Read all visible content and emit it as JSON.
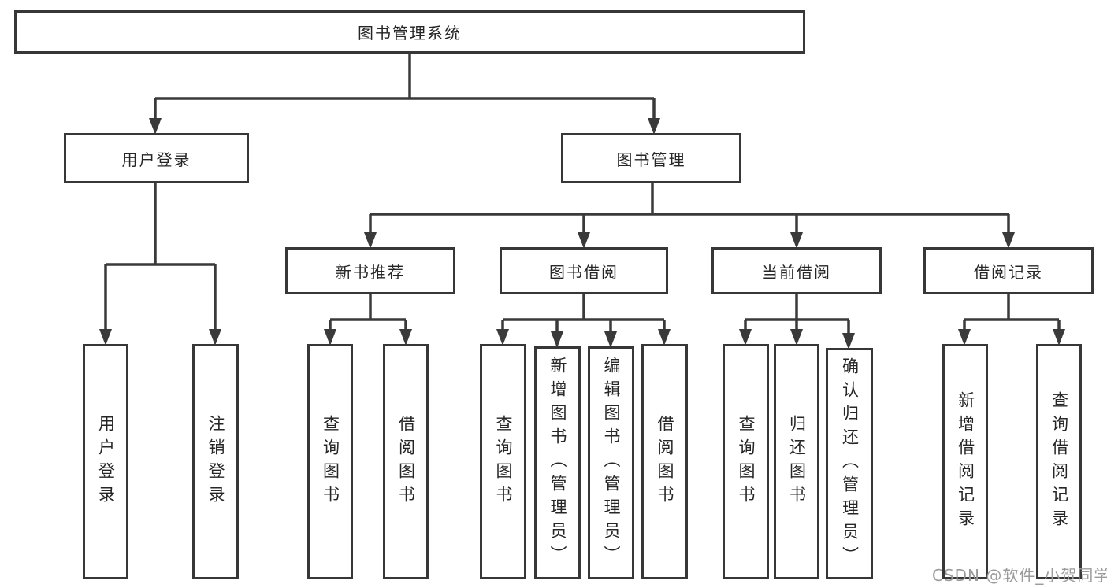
{
  "diagram": {
    "root": "图书管理系统",
    "branches": [
      {
        "label": "用户登录",
        "children": [
          "用户登录",
          "注销登录"
        ]
      },
      {
        "label": "图书管理",
        "sections": [
          {
            "label": "新书推荐",
            "children": [
              "查询图书",
              "借阅图书"
            ]
          },
          {
            "label": "图书借阅",
            "children": [
              "查询图书",
              "新增图书（管理员）",
              "编辑图书（管理员）",
              "借阅图书"
            ]
          },
          {
            "label": "当前借阅",
            "children": [
              "查询图书",
              "归还图书",
              "确认归还（管理员）"
            ]
          },
          {
            "label": "借阅记录",
            "children": [
              "新增借阅记录",
              "查询借阅记录"
            ]
          }
        ]
      }
    ]
  },
  "watermark": "CSDN @软件_小贺同学",
  "colors": {
    "line": "#3a3a3a",
    "border": "#373737",
    "text": "#262626",
    "watermark": "#9b9b9b",
    "background": "#ffffff"
  }
}
